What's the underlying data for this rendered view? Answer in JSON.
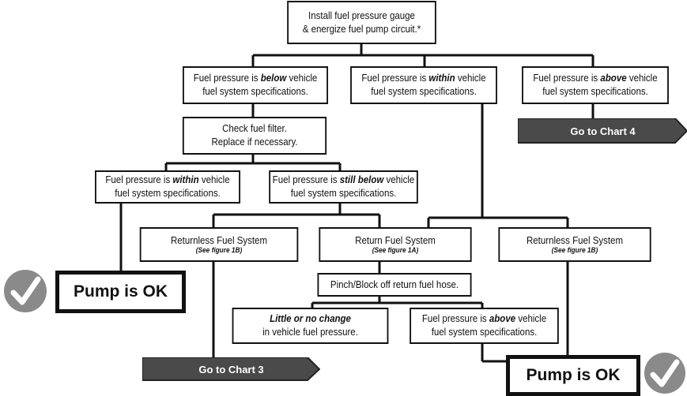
{
  "start": {
    "line1": "Install fuel pressure gauge",
    "line2": "& energize fuel pump circuit.*"
  },
  "level1": [
    {
      "pre": "Fuel pressure is ",
      "emph": "below",
      "post": " vehicle",
      "line2": "fuel system specifications."
    },
    {
      "pre": "Fuel pressure is ",
      "emph": "within",
      "post": " vehicle",
      "line2": "fuel system specifications."
    },
    {
      "pre": "Fuel pressure is ",
      "emph": "above",
      "post": " vehicle",
      "line2": "fuel system specifications."
    }
  ],
  "filter": {
    "line1": "Check fuel filter.",
    "line2": "Replace if necessary."
  },
  "after_filter": [
    {
      "pre": "Fuel pressure is ",
      "emph": "within",
      "post": " vehicle",
      "line2": "fuel system specifications."
    },
    {
      "pre": "Fuel pressure is ",
      "emph": "still below",
      "post": " vehicle",
      "line2": "fuel system specifications."
    }
  ],
  "systems": [
    {
      "title": "Returnless Fuel System",
      "sub": "(See figure 1B)"
    },
    {
      "title": "Return Fuel System",
      "sub": "(See figure 1A)"
    },
    {
      "title": "Returnless Fuel System",
      "sub": "(See figure 1B)"
    }
  ],
  "pinch": "Pinch/Block off return fuel hose.",
  "results": [
    {
      "emph": "Little or no change",
      "line2": "in vehicle fuel pressure."
    },
    {
      "pre": "Fuel pressure is ",
      "emph": "above",
      "post": " vehicle",
      "line2": "fuel system specifications."
    }
  ],
  "ok_label": "Pump is OK",
  "go_chart4": "Go to Chart 4",
  "go_chart3": "Go to Chart 3",
  "colors": {
    "arrow_fill": "#4a4a4a",
    "check_fill": "#8a8a8a",
    "line": "#111111"
  }
}
